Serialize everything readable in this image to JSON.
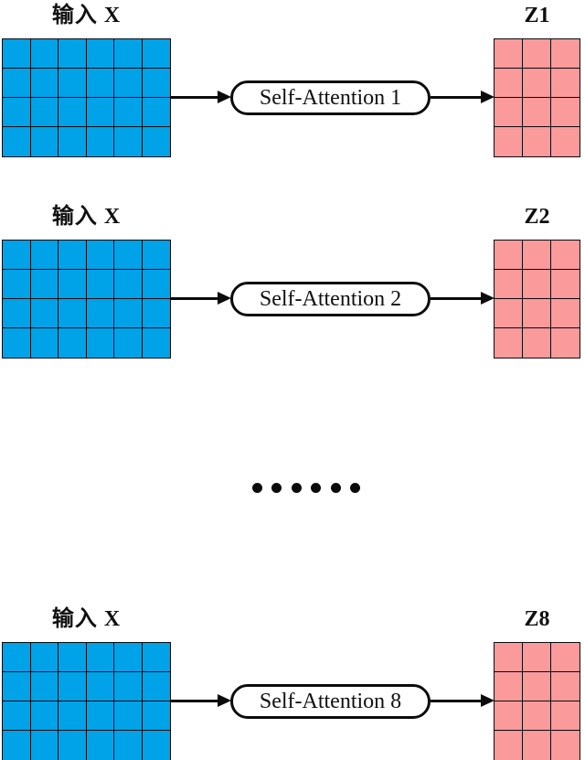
{
  "diagram": {
    "title_semantics": "multi-head self-attention",
    "rows": [
      {
        "input_label": "输入 X",
        "attention_label": "Self-Attention 1",
        "output_label": "Z1"
      },
      {
        "input_label": "输入 X",
        "attention_label": "Self-Attention 2",
        "output_label": "Z2"
      },
      {
        "input_label": "输入 X",
        "attention_label": "Self-Attention 8",
        "output_label": "Z8"
      }
    ],
    "ellipsis_dot_count": 6,
    "input_matrix": {
      "columns": 6,
      "rows": 4,
      "fill_color": "#00A2E8"
    },
    "output_matrix": {
      "columns": 3,
      "rows": 4,
      "fill_color": "#FA9A9A"
    },
    "line_color": "#0b0b0b"
  }
}
